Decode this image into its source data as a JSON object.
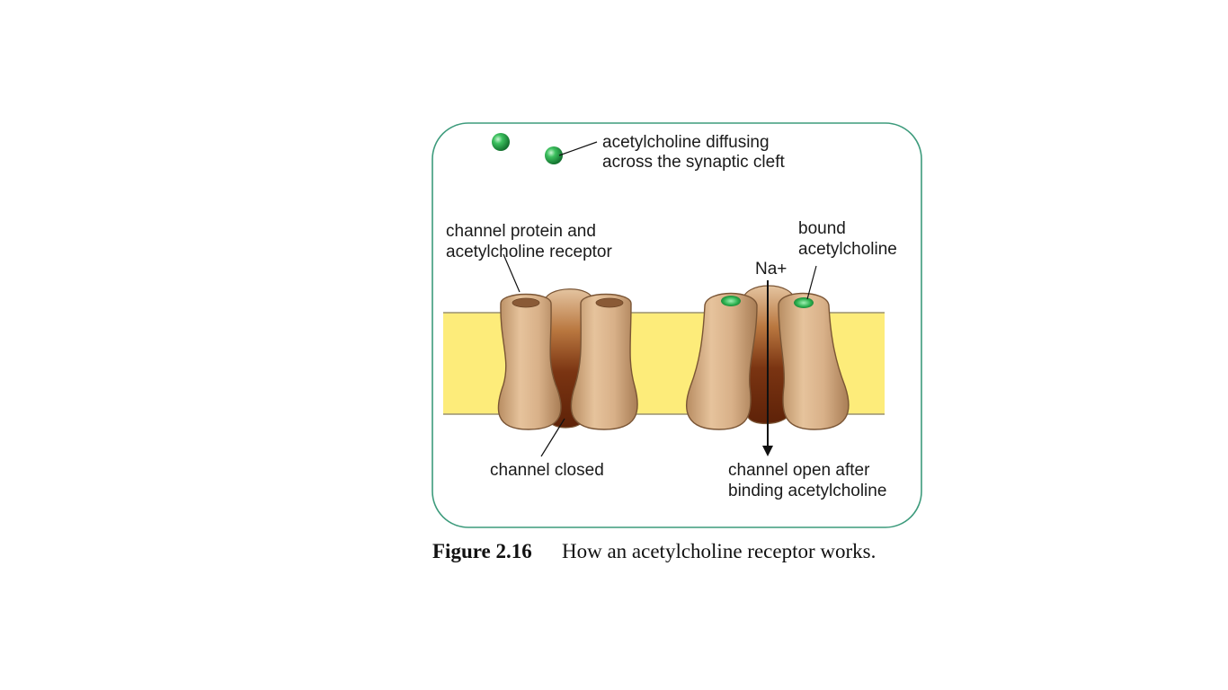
{
  "labels": {
    "diffusing_line1": "acetylcholine diffusing",
    "diffusing_line2": "across the synaptic cleft",
    "receptor_line1": "channel protein and",
    "receptor_line2": "acetylcholine receptor",
    "bound_line1": "bound",
    "bound_line2": "acetylcholine",
    "ion": "Na+",
    "closed": "channel closed",
    "open_line1": "channel open after",
    "open_line2": "binding acetylcholine"
  },
  "caption": {
    "number": "Figure 2.16",
    "text": "How an acetylcholine receptor works."
  },
  "colors": {
    "frame": "#3d9b7c",
    "membrane": "#fdec7a",
    "protein": "#d4ad84",
    "protein_dark": "#6e2e12",
    "acetylcholine": "#25a54a"
  }
}
